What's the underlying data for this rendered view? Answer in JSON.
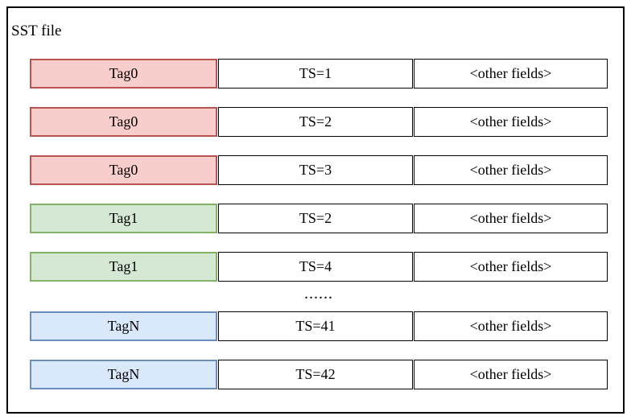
{
  "diagram": {
    "title": "SST file",
    "variants": {
      "red": {
        "bg": "#f8cecc",
        "border": "#b85450"
      },
      "green": {
        "bg": "#d5e8d4",
        "border": "#82b366"
      },
      "blue": {
        "bg": "#dae8fc",
        "border": "#6c8ebf"
      }
    },
    "rows": [
      {
        "type": "record",
        "tag": "Tag0",
        "ts": "TS=1",
        "other": "<other fields>",
        "variant": "red"
      },
      {
        "type": "record",
        "tag": "Tag0",
        "ts": "TS=2",
        "other": "<other fields>",
        "variant": "red"
      },
      {
        "type": "record",
        "tag": "Tag0",
        "ts": "TS=3",
        "other": "<other fields>",
        "variant": "red"
      },
      {
        "type": "record",
        "tag": "Tag1",
        "ts": "TS=2",
        "other": "<other fields>",
        "variant": "green"
      },
      {
        "type": "record",
        "tag": "Tag1",
        "ts": "TS=4",
        "other": "<other fields>",
        "variant": "green"
      },
      {
        "type": "ellipsis",
        "text": "......"
      },
      {
        "type": "record",
        "tag": "TagN",
        "ts": "TS=41",
        "other": "<other fields>",
        "variant": "blue"
      },
      {
        "type": "record",
        "tag": "TagN",
        "ts": "TS=42",
        "other": "<other fields>",
        "variant": "blue"
      }
    ]
  }
}
